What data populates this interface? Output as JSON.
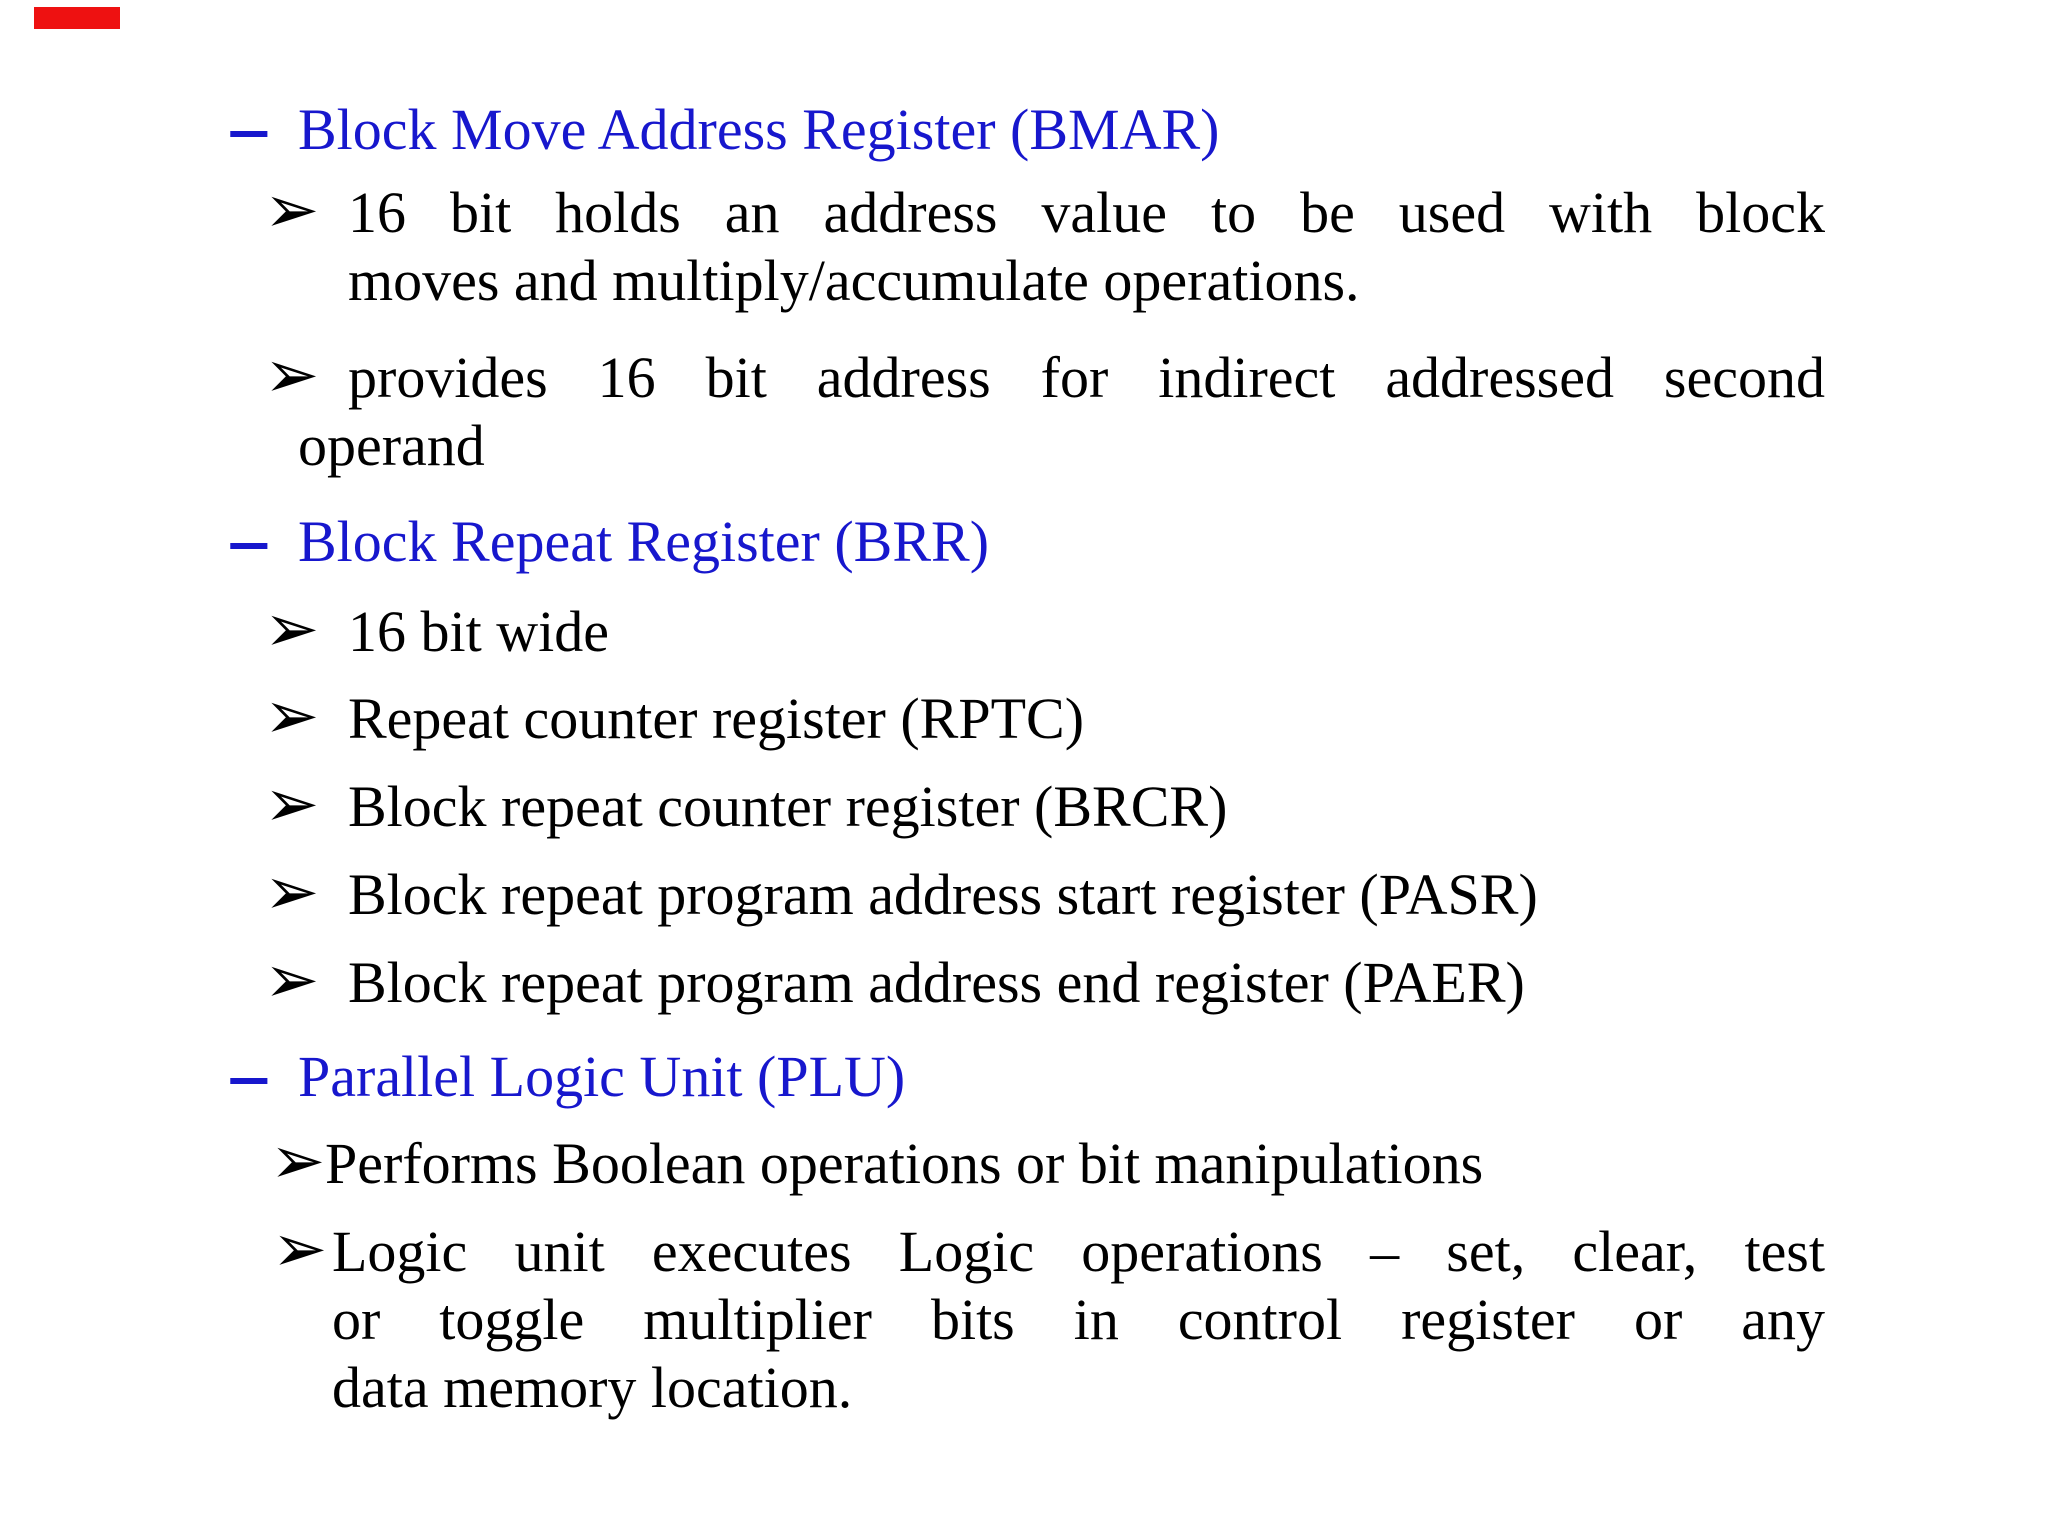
{
  "slide": {
    "background_color": "#ffffff",
    "heading_color": "#1717cd",
    "body_color": "#000000",
    "accent_mark_color": "#ee1111"
  },
  "glyphs": {
    "dash": "–",
    "arrow": "➢"
  },
  "content": {
    "headings": {
      "bmar": "Block Move Address Register (BMAR)",
      "brr": "Block Repeat Register (BRR)",
      "plu": "Parallel Logic Unit (PLU)"
    },
    "bmar": {
      "b1": {
        "l1": "16 bit holds an address value to be used with block",
        "l2": "moves and multiply/accumulate operations."
      },
      "b2": {
        "l1": "provides 16 bit address for indirect addressed second",
        "l2": "operand"
      }
    },
    "brr": {
      "i1": "16 bit wide",
      "i2": "Repeat counter register (RPTC)",
      "i3": "Block repeat counter register (BRCR)",
      "i4": "Block repeat program address start register (PASR)",
      "i5": "Block repeat program address end register (PAER)"
    },
    "plu": {
      "b1": {
        "l1": "Performs Boolean operations or bit manipulations"
      },
      "b2": {
        "l1": "Logic unit executes Logic operations – set, clear, test",
        "l2": "or toggle multiplier bits in control register or any",
        "l3": "data memory location."
      }
    }
  }
}
